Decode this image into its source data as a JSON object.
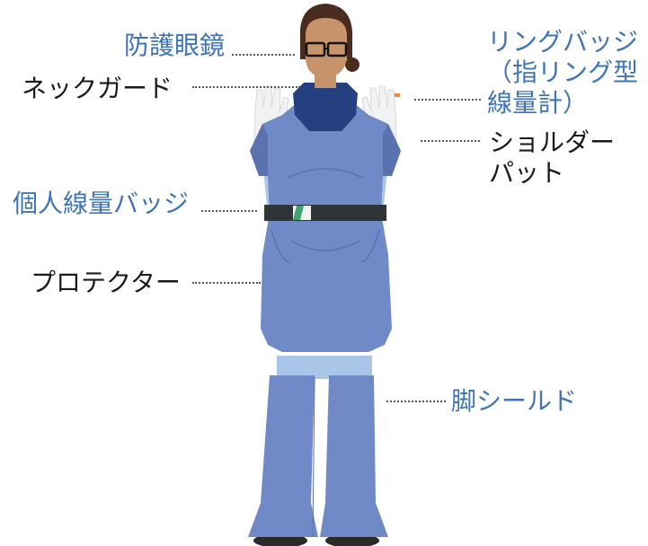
{
  "labels": {
    "glasses": "防護眼鏡",
    "neck_guard": "ネックガード",
    "ring_badge_line1": "リングバッジ",
    "ring_badge_line2": "（指リング型",
    "ring_badge_line3": "線量計）",
    "shoulder_pad_line1": "ショルダー",
    "shoulder_pad_line2": "パット",
    "personal_badge": "個人線量バッジ",
    "protector": "プロテクター",
    "leg_shield": "脚シールド"
  },
  "colors": {
    "blue_label": "#3f74b5",
    "black_label": "#1a1a1a",
    "protector": "#6f8ac6",
    "protector_dark": "#5a73b0",
    "neck_guard": "#24407e",
    "sleeves": "#a9c6e8",
    "gloves": "#f1f2f4",
    "skin": "#c7936a",
    "hair": "#4a2c1e",
    "belt": "#2f3437",
    "badge_green": "#3fa36b",
    "shoes": "#2a2a2a",
    "leader": "#555555"
  }
}
